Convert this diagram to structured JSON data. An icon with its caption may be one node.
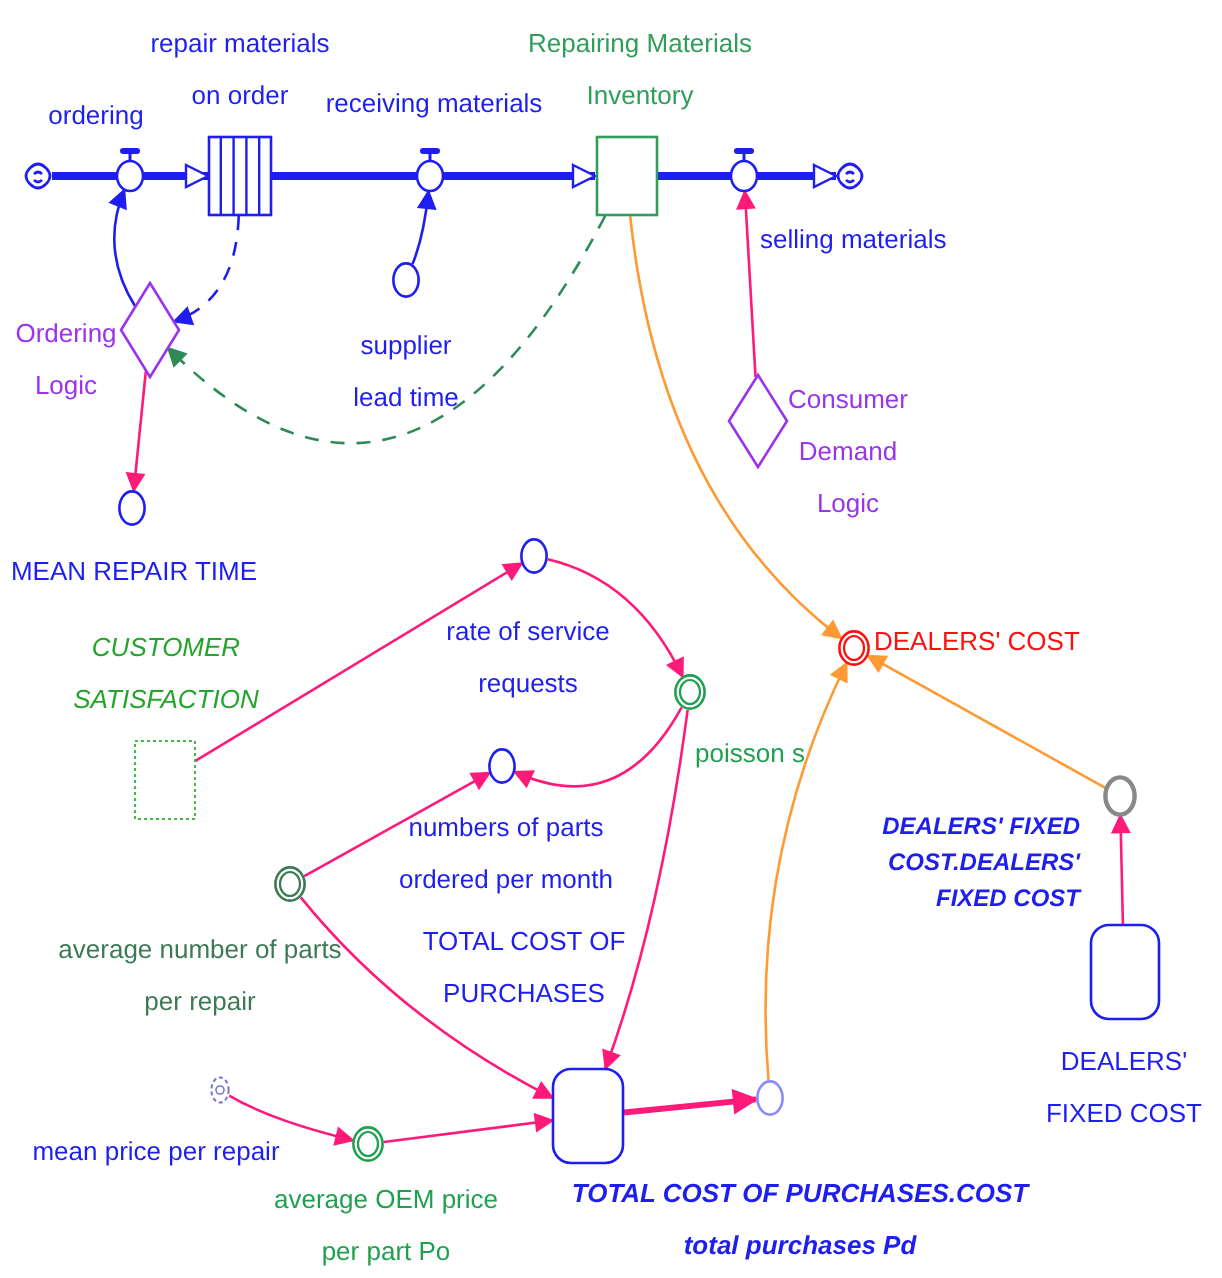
{
  "diagram": {
    "nodes": [
      {
        "text": [],
        "shape": "cloud"
      },
      {
        "text": [
          "ordering"
        ]
      },
      {
        "text": [
          "repair materials on order"
        ]
      },
      {
        "text": [
          "receiving materials"
        ]
      },
      {
        "text": [
          "Repairing Materials Inventory"
        ]
      },
      {
        "text": [
          "selling materials"
        ]
      },
      {
        "text": [],
        "shape": "cloud"
      },
      {
        "text": [
          "Ordering Logic"
        ]
      },
      {
        "text": [
          "supplier lead time"
        ]
      },
      {
        "text": [
          "Consumer Demand Logic"
        ]
      },
      {
        "text": [
          "MEAN REPAIR TIME"
        ]
      },
      {
        "text": [
          "rate of service requests"
        ]
      },
      {
        "text": [
          "CUSTOMER SATISFACTION"
        ]
      },
      {
        "text": [
          "poisson s"
        ]
      },
      {
        "text": [
          "numbers of parts ordered per month"
        ]
      },
      {
        "text": [
          "average number of parts per repair"
        ]
      },
      {
        "text": [
          "TOTAL COST OF PURCHASES"
        ]
      },
      {
        "text": [
          "mean price per repair"
        ]
      },
      {
        "text": [
          "average OEM price per part Po"
        ]
      },
      {
        "text": [
          "TOTAL COST OF PURCHASES.COST total purchases Pd"
        ]
      },
      {
        "text": [
          "DEALERS' COST"
        ]
      },
      {
        "text": [
          "DEALERS' FIXED COST.DEALERS' FIXED COST"
        ]
      },
      {
        "text": [
          "DEALERS' FIXED COST"
        ]
      }
    ],
    "edges": [
      {
        "from": 0,
        "to": 1,
        "arrow": "none",
        "style": "thick",
        "color": "#1e1ef0"
      },
      {
        "from": 1,
        "to": 2,
        "arrow": "to",
        "style": "thick",
        "color": "#1e1ef0"
      },
      {
        "from": 2,
        "to": 3,
        "arrow": "none",
        "style": "thick",
        "color": "#1e1ef0"
      },
      {
        "from": 3,
        "to": 4,
        "arrow": "to",
        "style": "thick",
        "color": "#1e1ef0"
      },
      {
        "from": 4,
        "to": 5,
        "arrow": "none",
        "style": "thick",
        "color": "#1e1ef0"
      },
      {
        "from": 5,
        "to": 6,
        "arrow": "to",
        "style": "thick",
        "color": "#1e1ef0"
      },
      {
        "from": 7,
        "to": 1,
        "arrow": "to",
        "color": "#1e1ef0"
      },
      {
        "from": 2,
        "to": 7,
        "arrow": "to",
        "style": "dashed",
        "color": "#1e1ef0"
      },
      {
        "from": 8,
        "to": 3,
        "arrow": "to",
        "color": "#1e1ef0"
      },
      {
        "from": 4,
        "to": 7,
        "arrow": "to",
        "style": "dashed",
        "color": "#2e8b57"
      },
      {
        "from": 9,
        "to": 5,
        "arrow": "to"
      },
      {
        "from": 7,
        "to": 10,
        "arrow": "to"
      },
      {
        "from": 4,
        "to": 20,
        "arrow": "to",
        "color": "#ff9933"
      },
      {
        "from": 12,
        "to": 11,
        "arrow": "to"
      },
      {
        "from": 11,
        "to": 13,
        "arrow": "to"
      },
      {
        "from": 13,
        "to": 14,
        "arrow": "to"
      },
      {
        "from": 15,
        "to": 14,
        "arrow": "to"
      },
      {
        "from": 15,
        "to": 16,
        "arrow": "to"
      },
      {
        "from": 13,
        "to": 16,
        "arrow": "to"
      },
      {
        "from": 17,
        "to": 18,
        "arrow": "to"
      },
      {
        "from": 18,
        "to": 16,
        "arrow": "to"
      },
      {
        "from": 16,
        "to": 19,
        "arrow": "to",
        "style": "thick"
      },
      {
        "from": 19,
        "to": 20,
        "arrow": "to",
        "color": "#ff9933"
      },
      {
        "from": 21,
        "to": 20,
        "arrow": "to",
        "color": "#ff9933"
      },
      {
        "from": 22,
        "to": 21,
        "arrow": "to"
      }
    ]
  }
}
